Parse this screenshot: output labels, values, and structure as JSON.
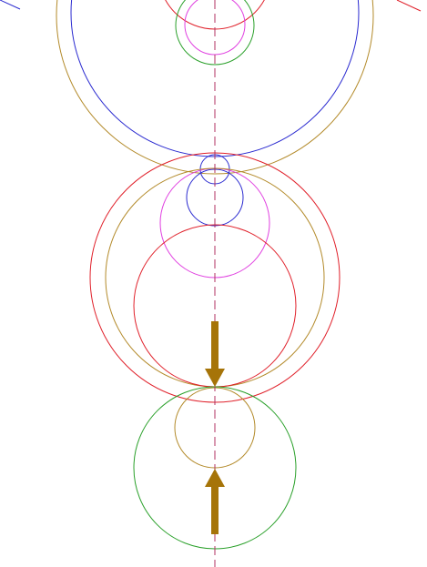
{
  "diagram": {
    "kind": "tangent-circle-construction",
    "axis": {
      "orientation": "vertical",
      "style": "dashed",
      "color": "#b03060"
    },
    "palette": {
      "red": "#e0202a",
      "olive": "#b38a2a",
      "blue": "#2a2ad0",
      "magenta": "#e040e0",
      "green": "#2aa02a",
      "arrow": "#a67408"
    },
    "circles": [
      {
        "id": "top-red",
        "color": "red"
      },
      {
        "id": "top-magenta",
        "color": "magenta"
      },
      {
        "id": "top-green",
        "color": "green"
      },
      {
        "id": "large-olive",
        "color": "olive"
      },
      {
        "id": "large-blue",
        "color": "blue"
      },
      {
        "id": "small-blue-upper",
        "color": "blue"
      },
      {
        "id": "small-blue-lower",
        "color": "blue"
      },
      {
        "id": "middle-magenta",
        "color": "magenta"
      },
      {
        "id": "middle-outer-red",
        "color": "red"
      },
      {
        "id": "middle-olive",
        "color": "olive"
      },
      {
        "id": "middle-inner-red",
        "color": "red"
      },
      {
        "id": "lower-olive",
        "color": "olive"
      },
      {
        "id": "lower-green",
        "color": "green"
      }
    ],
    "arrows": [
      {
        "id": "down-arrow",
        "direction": "down"
      },
      {
        "id": "up-arrow",
        "direction": "up"
      }
    ]
  }
}
